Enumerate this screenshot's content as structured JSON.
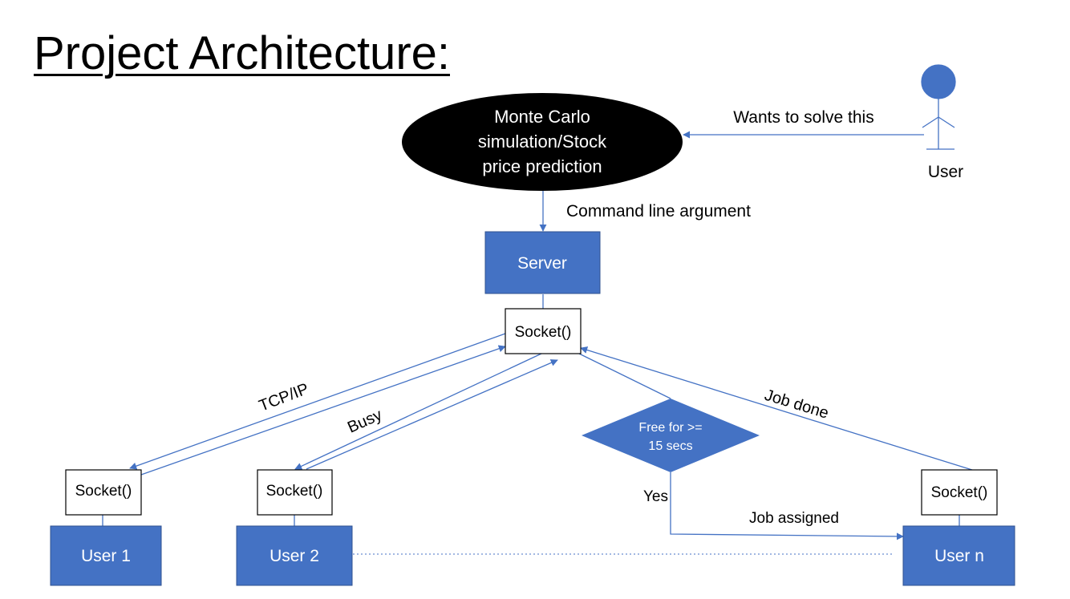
{
  "title": "Project Architecture:",
  "colors": {
    "accent_blue": "#4472C4",
    "line_blue": "#4472C4",
    "ellipse_fill": "#000000",
    "box_border": "#000000"
  },
  "nodes": {
    "problem_line1": "Monte Carlo",
    "problem_line2": "simulation/Stock",
    "problem_line3": "price prediction",
    "actor": "User",
    "server": "Server",
    "server_socket": "Socket()",
    "user1_socket": "Socket()",
    "user2_socket": "Socket()",
    "usern_socket": "Socket()",
    "user1": "User 1",
    "user2": "User 2",
    "usern": "User n",
    "decision_line1": "Free for >=",
    "decision_line2": "15 secs"
  },
  "edge_labels": {
    "wants": "Wants to solve this",
    "cmd": "Command line argument",
    "tcpip": "TCP/IP",
    "busy": "Busy",
    "job_done": "Job done",
    "yes": "Yes",
    "job_assigned": "Job assigned"
  }
}
